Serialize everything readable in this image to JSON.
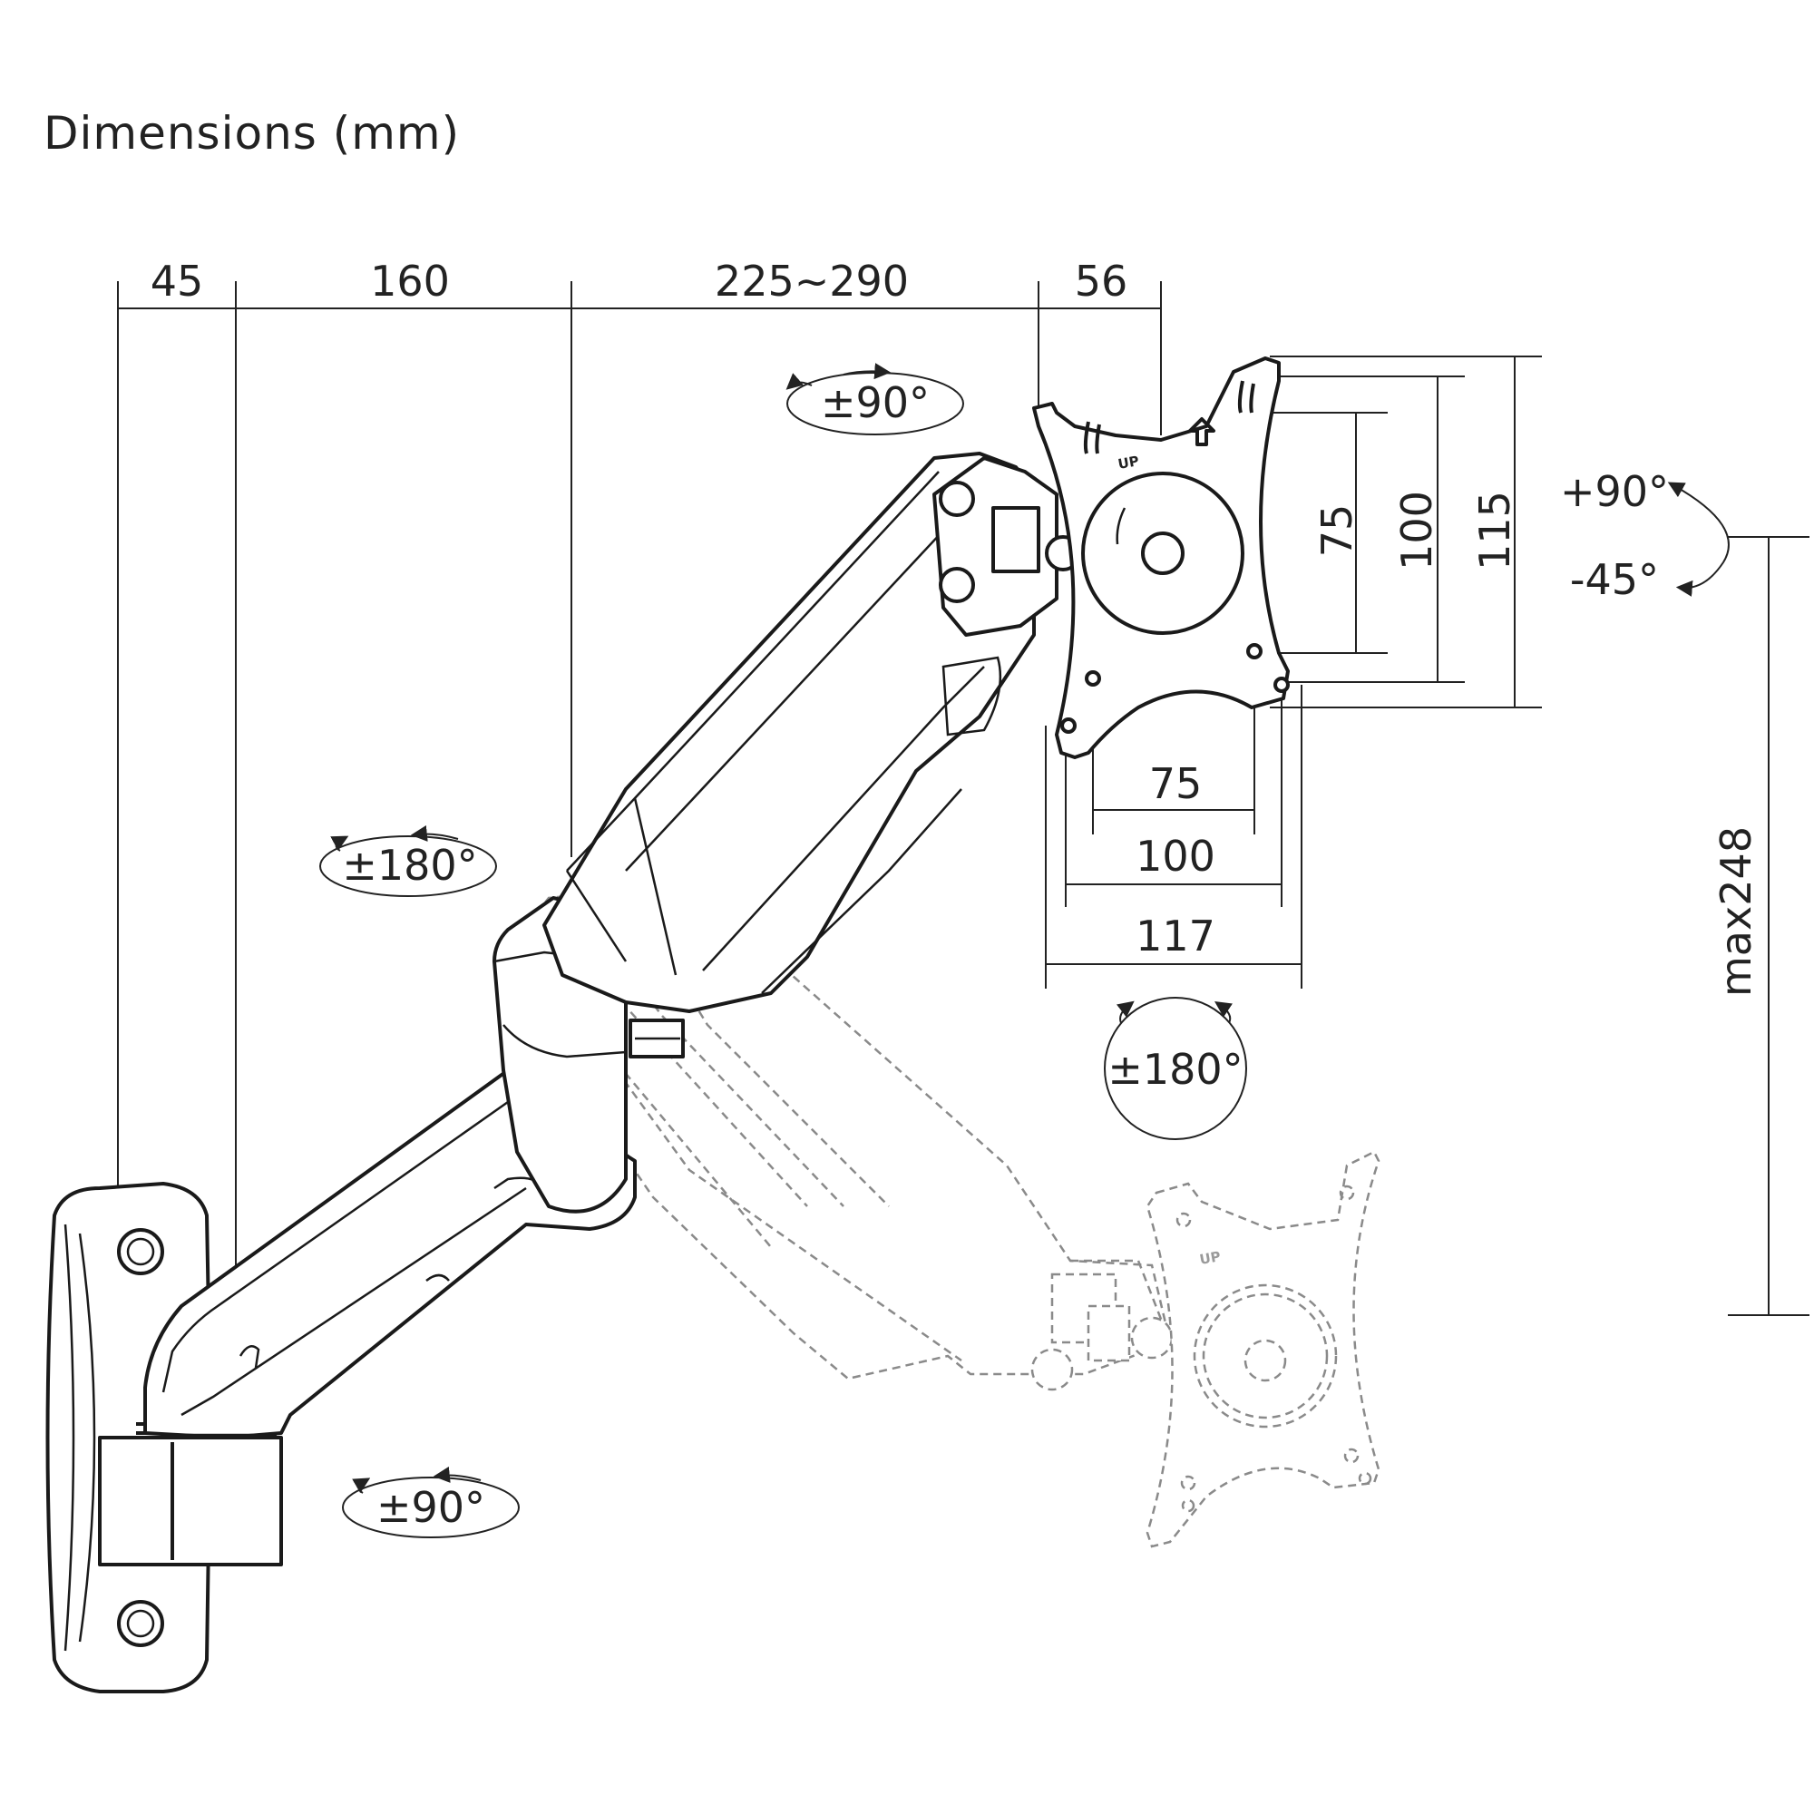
{
  "title": "Dimensions (mm)",
  "top_dimensions": {
    "base_depth": "45",
    "first_arm": "160",
    "second_arm": "225~290",
    "head": "56"
  },
  "vesa": {
    "vertical_75": "75",
    "vertical_100": "100",
    "vertical_115": "115",
    "horizontal_75": "75",
    "horizontal_100": "100",
    "horizontal_117": "117",
    "plate_label": "UP"
  },
  "rotations": {
    "head_swivel": "±90°",
    "tilt_up": "+90°",
    "tilt_down": "-45°",
    "elbow_swivel": "±180°",
    "screen_rotation": "±180°",
    "base_swivel": "±90°"
  },
  "height_range": "max248"
}
